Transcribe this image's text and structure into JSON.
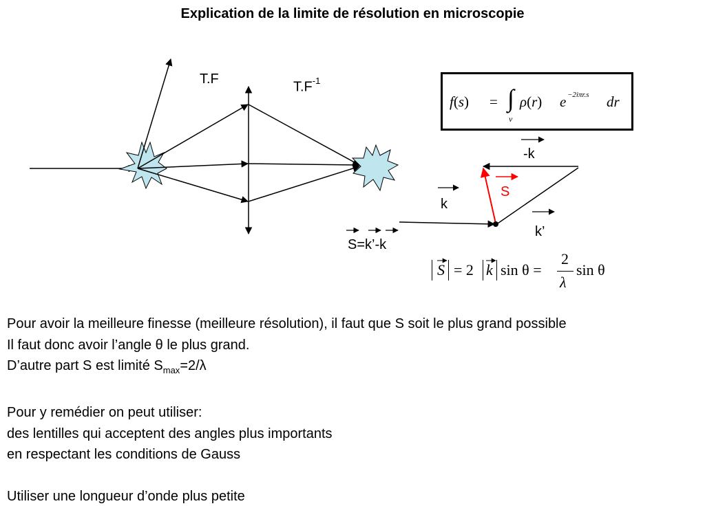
{
  "title": "Explication de la limite de résolution en microscopie",
  "labels": {
    "tf": "T.F",
    "tf_inv": "T.F",
    "tf_inv_exp": "-1",
    "minus_k": "-k",
    "s_vec": "S",
    "k": "k",
    "k_prime": "k’",
    "s_eq": "S=k’-k"
  },
  "formula_transform": {
    "lhs": "f",
    "lhs_arg": "s",
    "eq": "=",
    "integral": "∫",
    "integral_sub": "v",
    "rho": "ρ",
    "rho_arg": "r",
    "exp_base": "e",
    "exponent": "−2iπr.s",
    "dr": "dr"
  },
  "formula_resolution": {
    "S": "S",
    "eq1": "= 2",
    "k": "k",
    "sin1": "sin θ =",
    "num": "2",
    "den": "λ",
    "sin2": "sin θ"
  },
  "paragraphs": {
    "p1": "Pour avoir la meilleure finesse (meilleure résolution), il faut que S soit le plus grand possible",
    "p2": "Il faut donc avoir l’angle θ le plus grand.",
    "p3_a": "D’autre part S est limité S",
    "p3_sub": "max",
    "p3_b": "=2/λ",
    "p4": "Pour y remédier on peut utiliser:",
    "p5": "des lentilles qui acceptent des angles plus importants",
    "p6": "en respectant les conditions de Gauss",
    "p7": "Utiliser une longueur d’onde plus petite"
  },
  "colors": {
    "sample_fill": "#bfe6ee",
    "accent_red": "#ff0000"
  }
}
